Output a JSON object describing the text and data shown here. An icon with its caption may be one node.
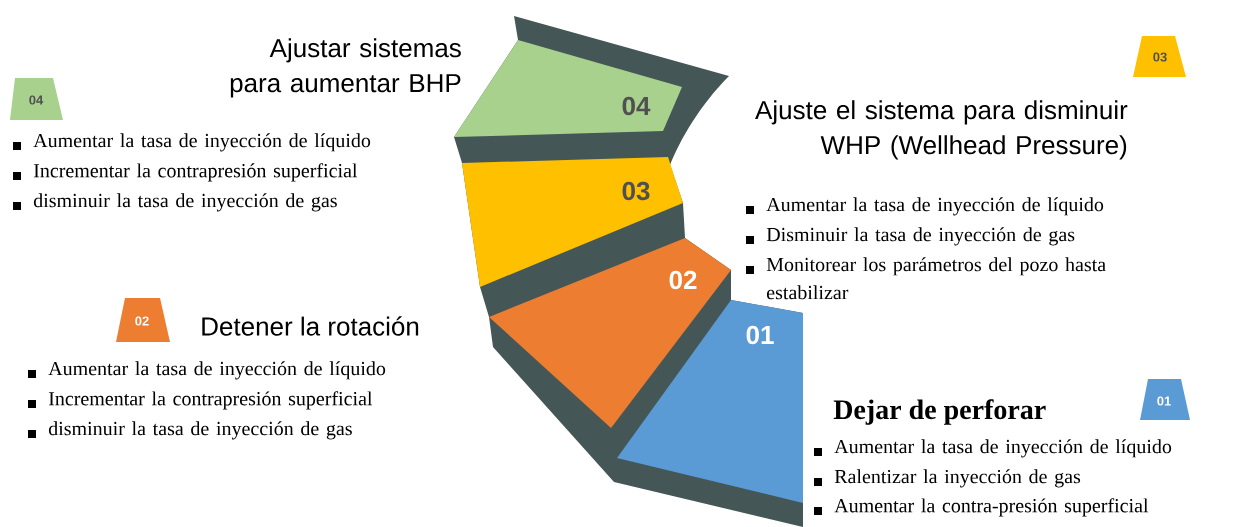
{
  "diagram": {
    "nodes": [
      {
        "text": [
          "03"
        ]
      },
      {
        "text": [
          "04"
        ]
      },
      {
        "text": [
          "04"
        ]
      },
      {
        "text": [
          "03"
        ]
      },
      {
        "text": [
          "02"
        ]
      },
      {
        "text": [
          "02"
        ]
      },
      {
        "text": [
          "01"
        ]
      },
      {
        "text": [
          "01"
        ]
      }
    ],
    "labels": [
      "Ajustar sistemas para aumentar BHP",
      "Aumentar la tasa de inyección de líquido",
      "Incrementar la contrapresión superficial",
      "disminuir la tasa de inyección de gas",
      "Ajuste el sistema para disminuir WHP (Wellhead Pressure)",
      "Aumentar la tasa de inyección de líquido",
      "Disminuir la tasa de inyección de gas",
      "Monitorear los parámetros del pozo hasta estabilizar",
      "Detener la rotación",
      "Aumentar la tasa de inyección de líquido",
      "Incrementar la contrapresión superficial",
      "disminuir la tasa de inyección de gas",
      "Dejar de perforar",
      "Aumentar la tasa de inyección de líquido",
      "Ralentizar la inyección de gas",
      "Aumentar la contra-presión superficial"
    ]
  }
}
